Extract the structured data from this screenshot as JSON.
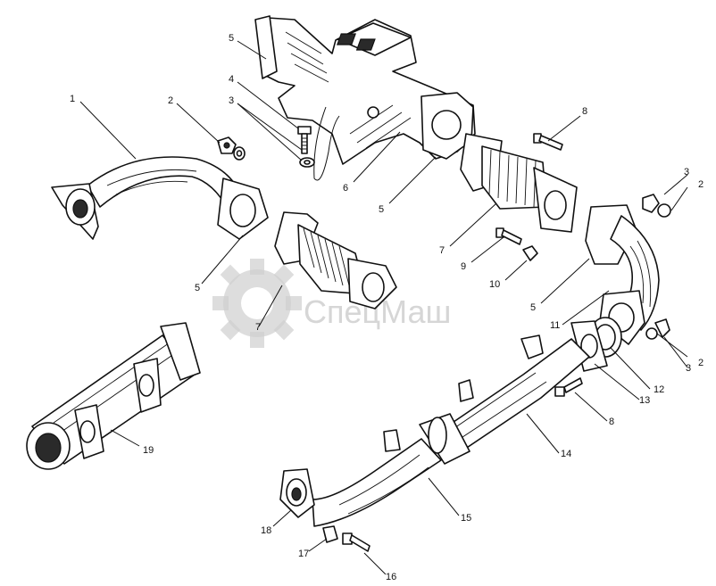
{
  "watermark": {
    "text": "СпецМаш"
  },
  "callouts": {
    "c1": "1",
    "c2a": "2",
    "c2b": "2",
    "c2c": "2",
    "c3a": "3",
    "c3b": "3",
    "c3c": "3",
    "c4": "4",
    "c5a": "5",
    "c5b": "5",
    "c5c": "5",
    "c5d": "5",
    "c6": "6",
    "c7a": "7",
    "c7b": "7",
    "c8a": "8",
    "c8b": "8",
    "c9": "9",
    "c10": "10",
    "c11": "11",
    "c12": "12",
    "c13": "13",
    "c14": "14",
    "c15": "15",
    "c16": "16",
    "c17": "17",
    "c18": "18",
    "c19": "19"
  }
}
